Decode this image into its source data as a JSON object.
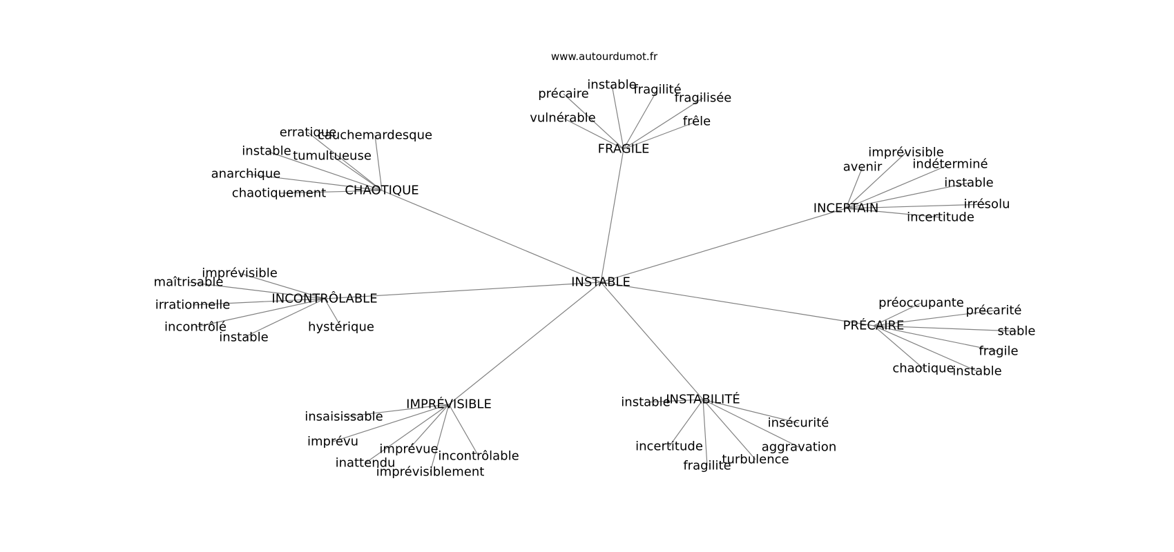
{
  "site": "www.autourdumot.fr",
  "center": "INSTABLE",
  "groups": [
    {
      "hub": "FRAGILE",
      "leaves": [
        "précaire",
        "instable",
        "fragilité",
        "fragilisée",
        "vulnérable",
        "frêle"
      ]
    },
    {
      "hub": "CHAOTIQUE",
      "leaves": [
        "erratique",
        "cauchemardesque",
        "instable",
        "tumultueuse",
        "anarchique",
        "chaotiquement"
      ]
    },
    {
      "hub": "INCERTAIN",
      "leaves": [
        "imprévisible",
        "avenir",
        "indéterminé",
        "instable",
        "irrésolu",
        "incertitude"
      ]
    },
    {
      "hub": "INCONTRÔLABLE",
      "leaves": [
        "imprévisible",
        "maîtrisable",
        "irrationnelle",
        "incontrôlé",
        "instable",
        "hystérique"
      ]
    },
    {
      "hub": "PRÉCAIRE",
      "leaves": [
        "préoccupante",
        "précarité",
        "stable",
        "fragile",
        "chaotique",
        "instable"
      ]
    },
    {
      "hub": "IMPRÉVISIBLE",
      "leaves": [
        "insaisissable",
        "imprévu",
        "imprévue",
        "inattendu",
        "incontrôlable",
        "imprévisiblement"
      ]
    },
    {
      "hub": "INSTABILITÉ",
      "leaves": [
        "instable",
        "insécurité",
        "aggravation",
        "incertitude",
        "turbulence",
        "fragilite"
      ]
    }
  ]
}
